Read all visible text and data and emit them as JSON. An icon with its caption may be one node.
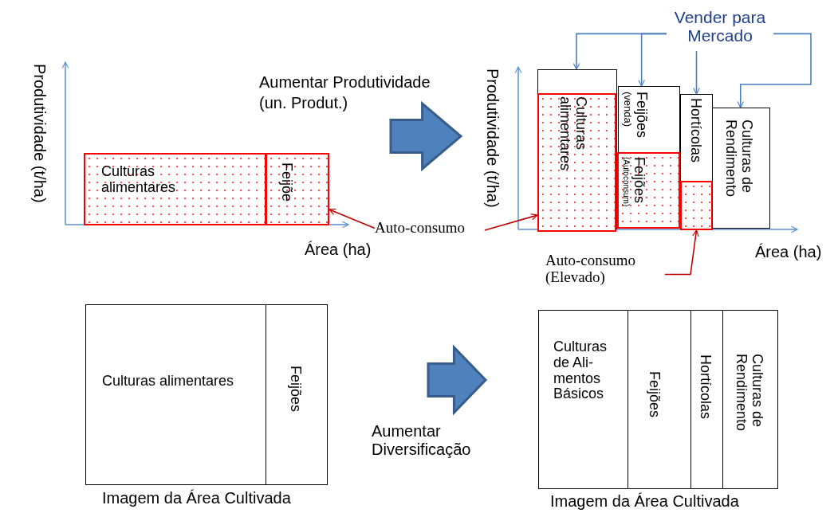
{
  "diagram": {
    "nodes": [
      {
        "text": [
          "Culturas alimentares"
        ]
      },
      {
        "text": [
          "Feijõe"
        ]
      },
      {
        "text": [
          "Auto-consumo"
        ]
      },
      {
        "text": [
          "Vender para Mercado"
        ]
      },
      {
        "text": [],
        "shape": "box"
      },
      {
        "text": [
          "Culturas alimentares"
        ],
        "in": 4
      },
      {
        "text": [
          "Feijões",
          "(venda)"
        ]
      },
      {
        "text": [
          "Feijões",
          "(Autoconsum)"
        ]
      },
      {
        "text": [
          "Hortícolas"
        ]
      },
      {
        "text": [],
        "shape": "box"
      },
      {
        "text": [
          "Culturas de Rendimento"
        ]
      },
      {
        "text": [
          "Auto-consumo (Elevado)"
        ]
      },
      {
        "text": [
          "Culturas alimentares"
        ]
      },
      {
        "text": [
          "Feijões"
        ]
      },
      {
        "text": [
          "Culturas de Ali- mentos Básicos"
        ]
      },
      {
        "text": [
          "Feijões"
        ]
      },
      {
        "text": [
          "Hortícolas"
        ]
      },
      {
        "text": [
          "Culturas de Rendimento"
        ]
      }
    ],
    "edges": [
      {
        "from": 2,
        "to": 1,
        "arrow": "to",
        "color": "#c00000"
      },
      {
        "from": 2,
        "to": 5,
        "arrow": "to",
        "color": "#c00000"
      },
      {
        "from": 11,
        "to": 9,
        "arrow": "to",
        "color": "#c00000"
      },
      {
        "from": 3,
        "to": 4,
        "arrow": "to"
      },
      {
        "from": 3,
        "to": 6,
        "arrow": "to"
      },
      {
        "from": 3,
        "to": 8,
        "arrow": "to"
      },
      {
        "from": 3,
        "to": 10,
        "arrow": "to"
      }
    ],
    "labels": [
      "Aumentar Produtividade (un. Produt.)",
      "Produtividade (t/ha)",
      "Produtividade (t/ha)",
      "Área (ha)",
      "Área (ha)",
      "Aumentar Diversificação",
      "Imagem da Área Cultivada",
      "Imagem da Área Cultivada"
    ]
  }
}
